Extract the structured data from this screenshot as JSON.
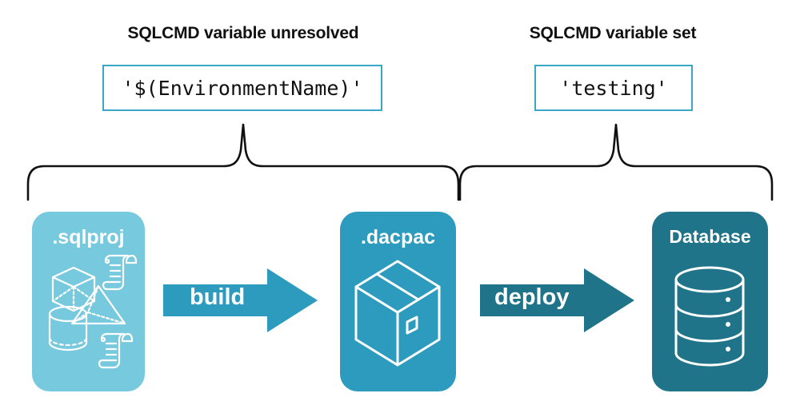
{
  "diagram": {
    "title_left": "SQLCMD variable unresolved",
    "title_right": "SQLCMD variable set",
    "code_left": "'$(EnvironmentName)'",
    "code_right": "'testing'",
    "stages": [
      {
        "label": ".sqlproj",
        "color": "#77C9DD",
        "art": "sqlproj-shapes-icon"
      },
      {
        "label": ".dacpac",
        "color": "#2C9BBE",
        "art": "package-box-icon"
      },
      {
        "label": "Database",
        "color": "#1F7489",
        "art": "database-cylinder-icon"
      }
    ],
    "arrows": [
      {
        "label": "build",
        "color": "#2C9BBE"
      },
      {
        "label": "deploy",
        "color": "#1F7489"
      }
    ],
    "braces": [
      {
        "name": "brace-left",
        "covers": "sqlproj-to-dacpac"
      },
      {
        "name": "brace-right",
        "covers": "dacpac-to-database"
      }
    ],
    "colors": {
      "light_blue": "#77C9DD",
      "mid_teal": "#2C9BBE",
      "dark_teal": "#1F7489",
      "box_border": "#3BA7C6",
      "text": "#111111",
      "background": "#FFFFFF"
    }
  }
}
